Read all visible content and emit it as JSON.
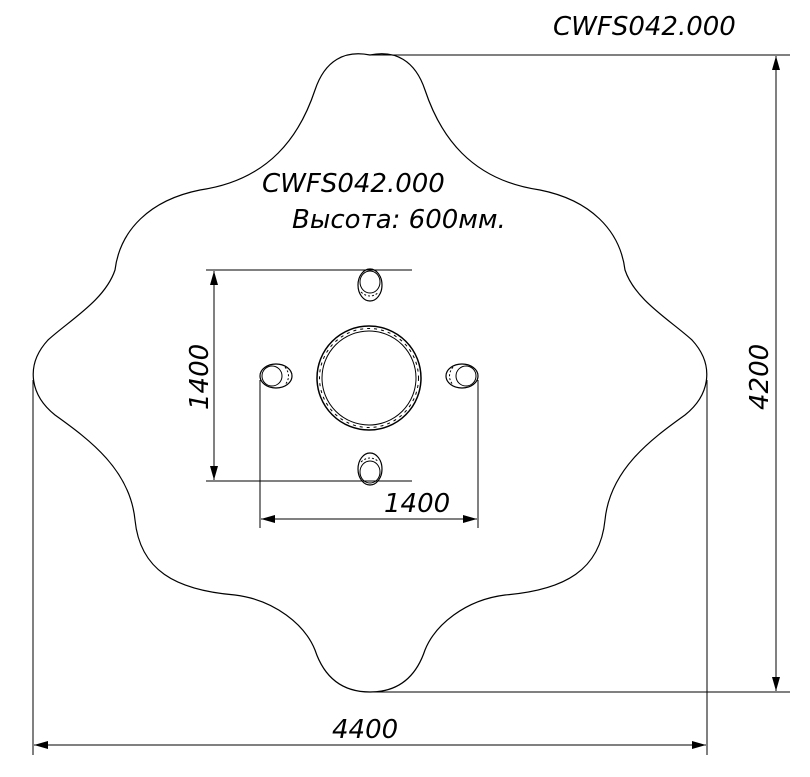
{
  "title_code": "CWFS042.000",
  "center_code": "CWFS042.000",
  "height_label": "Высота: 600мм.",
  "dimensions": {
    "overall_width": "4400",
    "overall_height": "4200",
    "inner_width": "1400",
    "inner_height": "1400"
  }
}
